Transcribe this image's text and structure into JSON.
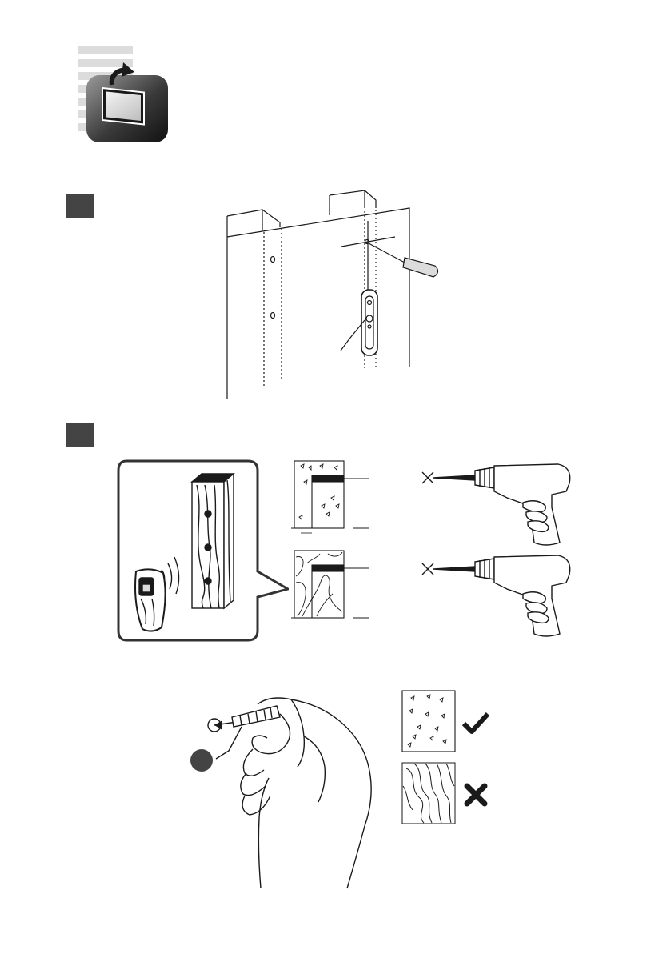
{
  "colors": {
    "ink": "#1a1a1a",
    "step_marker": "#444444",
    "icon_dark": "#333333",
    "panel_border": "#333333",
    "background": "#ffffff"
  },
  "header": {
    "icon": "wall-mount-tv-icon"
  },
  "steps": [
    {
      "marker": "step-1-marker",
      "figure": "mark-drill-points-with-template"
    },
    {
      "marker": "step-2-marker",
      "figure": "stud-finder-and-drilling"
    }
  ],
  "figures": {
    "stud_finder": {
      "icon": "stud-finder-icon"
    },
    "drill_rows": [
      {
        "material": "concrete",
        "icon": "drill-icon"
      },
      {
        "material": "wood",
        "icon": "drill-icon"
      }
    ],
    "anchor_insert": {
      "icon": "hand-inserting-wall-plug-icon"
    },
    "results": [
      {
        "material": "concrete",
        "icon": "checkmark-icon",
        "status": "ok"
      },
      {
        "material": "wood",
        "icon": "cross-icon",
        "status": "not-ok"
      }
    ]
  }
}
